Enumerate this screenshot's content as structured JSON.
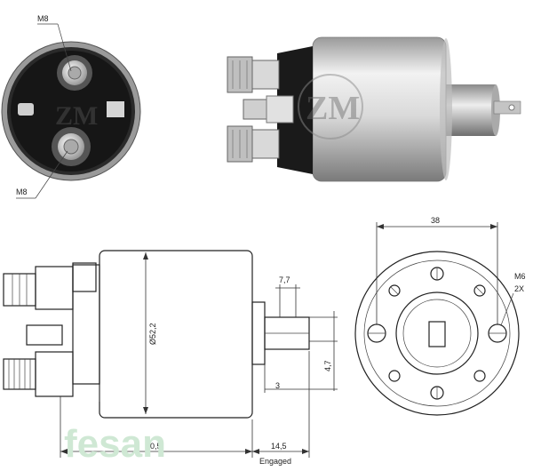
{
  "labels": {
    "terminal_top": "M8",
    "terminal_bottom": "M8",
    "width_38": "38",
    "thread_m6": "M6",
    "count_2x": "2X",
    "dia_52_2": "Ø52,2",
    "dim_7_7": "7,7",
    "dim_4_7": "4,7",
    "dim_3": "3",
    "dim_60_5": "60,5",
    "dim_14_5": "14,5",
    "engaged": "Engaged"
  },
  "watermark": {
    "text": "fesan"
  },
  "colors": {
    "line": "#222222",
    "watermark": "#cfe8d4",
    "metal_light": "#e6e6e6",
    "metal_dark": "#8c8c8c",
    "cap_black": "#1a1a1a"
  }
}
